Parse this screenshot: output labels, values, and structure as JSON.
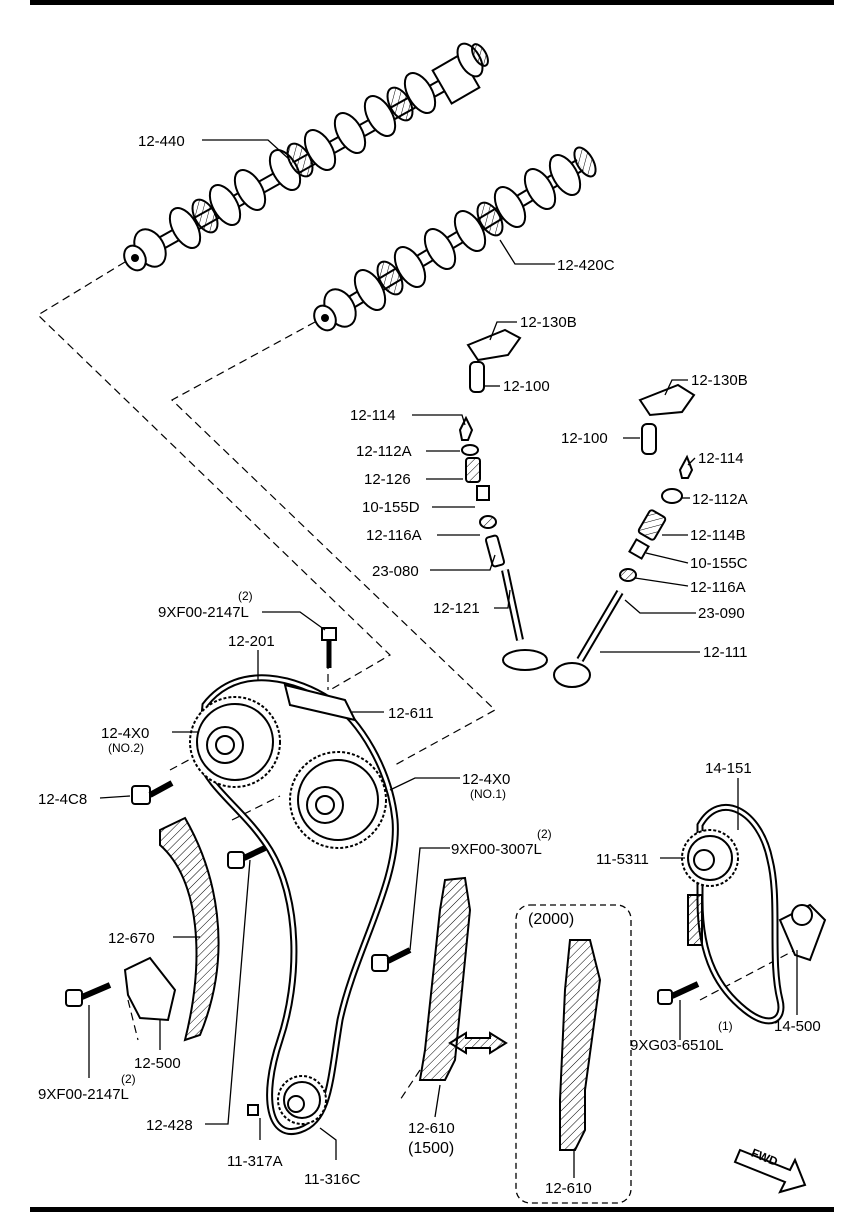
{
  "labels": {
    "p_12_440": "12-440",
    "p_12_420C": "12-420C",
    "p_12_130B_a": "12-130B",
    "p_12_100_a": "12-100",
    "p_12_130B_b": "12-130B",
    "p_12_100_b": "12-100",
    "p_12_114_a": "12-114",
    "p_12_112A_a": "12-112A",
    "p_12_126": "12-126",
    "p_10_155D": "10-155D",
    "p_12_116A_a": "12-116A",
    "p_23_080": "23-080",
    "p_12_121": "12-121",
    "p_12_114_b": "12-114",
    "p_12_112A_b": "12-112A",
    "p_12_114B": "12-114B",
    "p_10_155C": "10-155C",
    "p_12_116A_b": "12-116A",
    "p_23_090": "23-090",
    "p_12_111": "12-111",
    "p_9XF00_2147L_top": "9XF00-2147L",
    "p_9XF00_2147L_top_qty": "(2)",
    "p_12_201": "12-201",
    "p_12_611": "12-611",
    "p_12_4X0_no2": "12-4X0",
    "p_no2": "(NO.2)",
    "p_12_4C8": "12-4C8",
    "p_12_4X0_no1": "12-4X0",
    "p_no1": "(NO.1)",
    "p_9XF00_3007L": "9XF00-3007L",
    "p_9XF00_3007L_qty": "(2)",
    "p_14_151": "14-151",
    "p_11_5311": "11-5311",
    "p_12_670": "12-670",
    "p_12_500": "12-500",
    "p_9XF00_2147L_bot": "9XF00-2147L",
    "p_9XF00_2147L_bot_qty": "(2)",
    "p_12_428": "12-428",
    "p_11_317A": "11-317A",
    "p_11_316C": "11-316C",
    "p_12_610_a": "12-610",
    "p_1500": "(1500)",
    "p_2000": "(2000)",
    "p_12_610_b": "12-610",
    "p_9XG03_6510L": "9XG03-6510L",
    "p_9XG03_6510L_qty": "(1)",
    "p_14_500": "14-500",
    "fwd": "FWD"
  }
}
